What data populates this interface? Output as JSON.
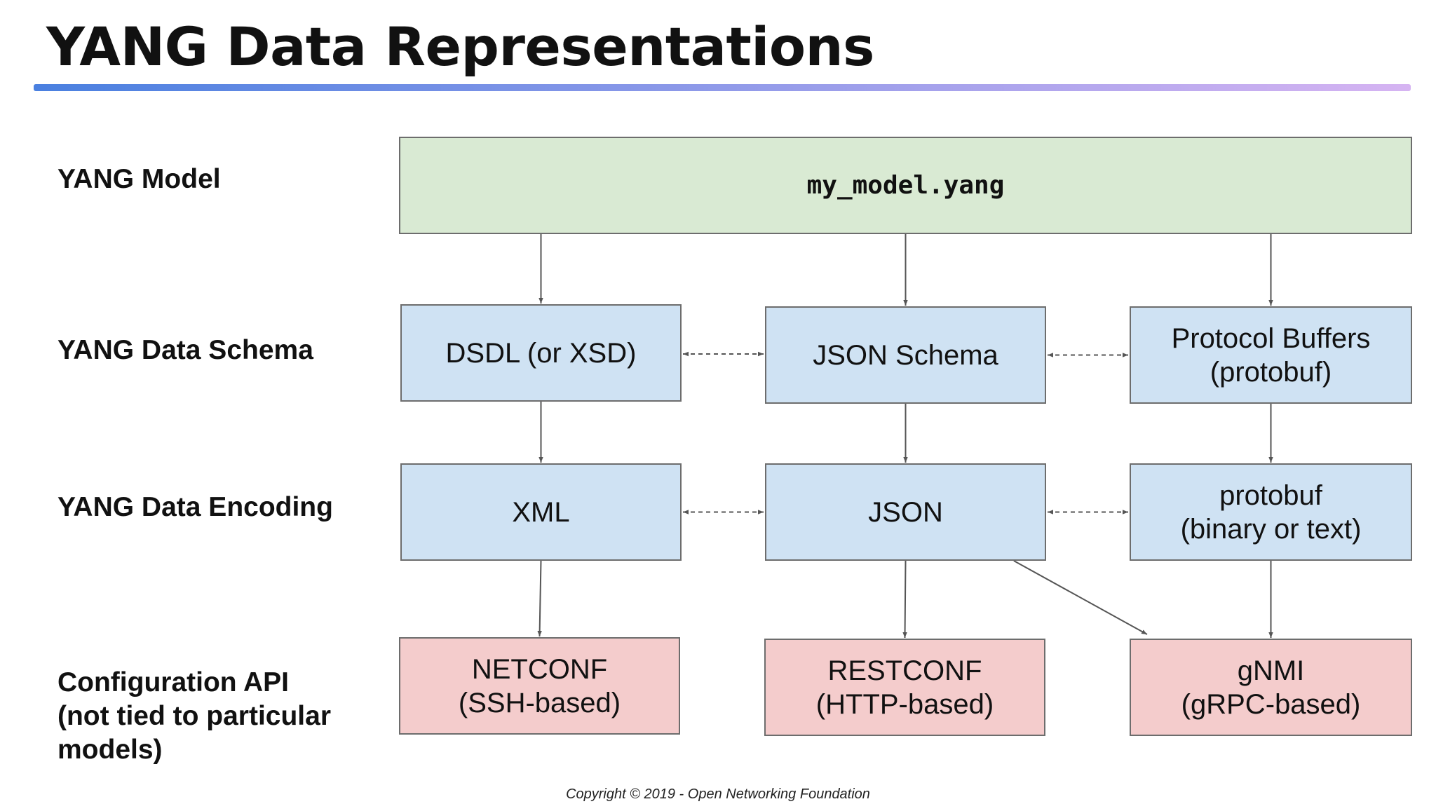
{
  "title": "YANG Data Representations",
  "colors": {
    "title_rule_start": "#4a80e0",
    "title_rule_end": "#d6b4f2",
    "model_fill": "#d9ead3",
    "schema_fill": "#cfe2f3",
    "encoding_fill": "#cfe2f3",
    "api_fill": "#f4cccc",
    "border": "#6d6d6d",
    "arrow": "#555555"
  },
  "rows": {
    "model": "YANG Model",
    "schema": "YANG Data Schema",
    "encoding": "YANG Data Encoding",
    "api": [
      "Configuration API",
      "(not tied to particular",
      "models)"
    ]
  },
  "nodes": {
    "model": [
      "my_model.yang"
    ],
    "dsdl": [
      "DSDL (or XSD)"
    ],
    "json_schema": [
      "JSON Schema"
    ],
    "protobuf_schema": [
      "Protocol Buffers",
      "(protobuf)"
    ],
    "xml": [
      "XML"
    ],
    "json": [
      "JSON"
    ],
    "protobuf_encoding": [
      "protobuf",
      "(binary or text)"
    ],
    "netconf": [
      "NETCONF",
      "(SSH-based)"
    ],
    "restconf": [
      "RESTCONF",
      "(HTTP-based)"
    ],
    "gnmi": [
      "gNMI",
      "(gRPC-based)"
    ]
  },
  "edges": [
    {
      "from": "model",
      "to": "dsdl",
      "style": "solid"
    },
    {
      "from": "model",
      "to": "json_schema",
      "style": "solid"
    },
    {
      "from": "model",
      "to": "protobuf_schema",
      "style": "solid"
    },
    {
      "from": "dsdl",
      "to": "xml",
      "style": "solid"
    },
    {
      "from": "json_schema",
      "to": "json",
      "style": "solid"
    },
    {
      "from": "protobuf_schema",
      "to": "protobuf_encoding",
      "style": "solid"
    },
    {
      "from": "xml",
      "to": "netconf",
      "style": "solid"
    },
    {
      "from": "json",
      "to": "restconf",
      "style": "solid"
    },
    {
      "from": "json",
      "to": "gnmi",
      "style": "solid"
    },
    {
      "from": "protobuf_encoding",
      "to": "gnmi",
      "style": "solid"
    },
    {
      "from": "dsdl",
      "to": "json_schema",
      "style": "dashed",
      "bidirectional": true
    },
    {
      "from": "json_schema",
      "to": "protobuf_schema",
      "style": "dashed",
      "bidirectional": true
    },
    {
      "from": "xml",
      "to": "json",
      "style": "dashed",
      "bidirectional": true
    },
    {
      "from": "json",
      "to": "protobuf_encoding",
      "style": "dashed",
      "bidirectional": true
    }
  ],
  "footer": "Copyright © 2019 - Open Networking Foundation"
}
